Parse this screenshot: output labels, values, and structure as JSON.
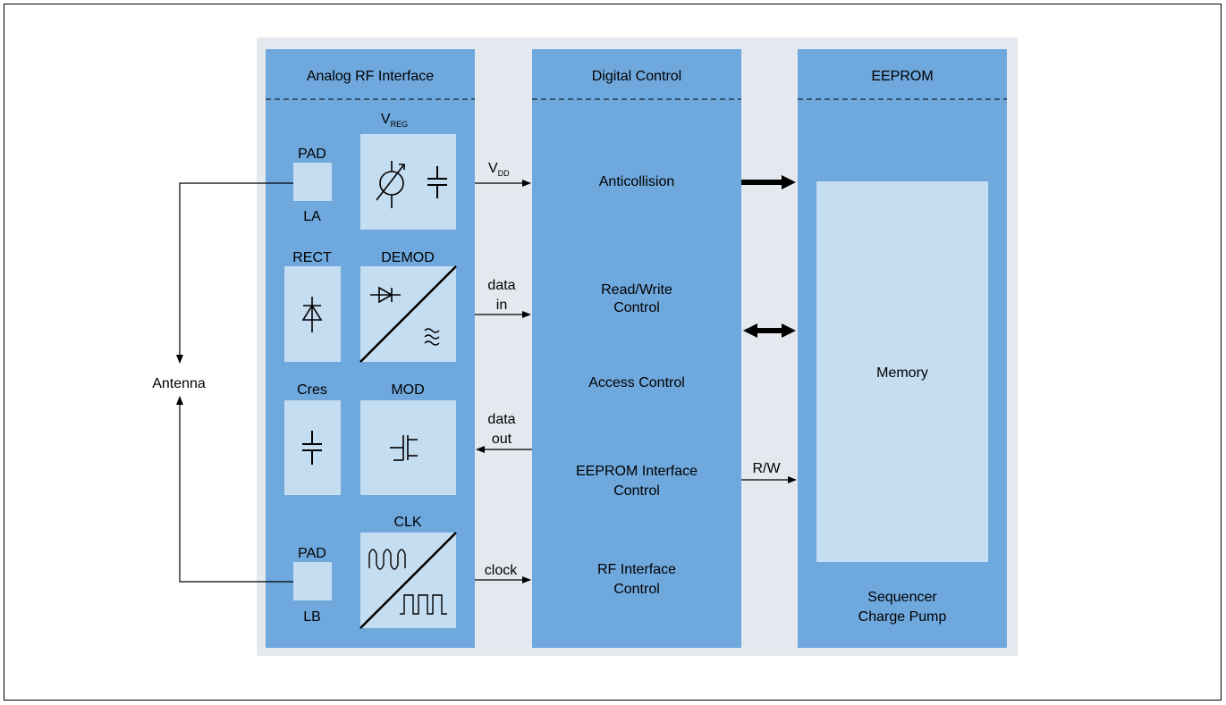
{
  "colors": {
    "background_panel": "#e3e9ee",
    "block": "#6ea8dd",
    "sub_block": "#c4ddf1",
    "line": "#000000"
  },
  "blocks": {
    "analog": {
      "title": "Analog RF Interface",
      "pad_a": {
        "label": "PAD",
        "pin": "LA"
      },
      "vreg": {
        "main": "V",
        "sub": "REG"
      },
      "rect": "RECT",
      "demod": "DEMOD",
      "cres": "Cres",
      "mod": "MOD",
      "clk": "CLK",
      "pad_b": {
        "label": "PAD",
        "pin": "LB"
      }
    },
    "digital": {
      "title": "Digital Control",
      "items": [
        "Anticollision",
        "Read/Write",
        "Control",
        "Access Control",
        "EEPROM Interface",
        "Control",
        "RF Interface",
        "Control"
      ]
    },
    "eeprom": {
      "title": "EEPROM",
      "memory": "Memory",
      "footer": [
        "Sequencer",
        "Charge Pump"
      ]
    }
  },
  "signals": {
    "vdd": {
      "main": "V",
      "sub": "DD"
    },
    "data_in": [
      "data",
      "in"
    ],
    "data_out": [
      "data",
      "out"
    ],
    "clock": "clock",
    "rw": "R/W"
  },
  "antenna": "Antenna"
}
